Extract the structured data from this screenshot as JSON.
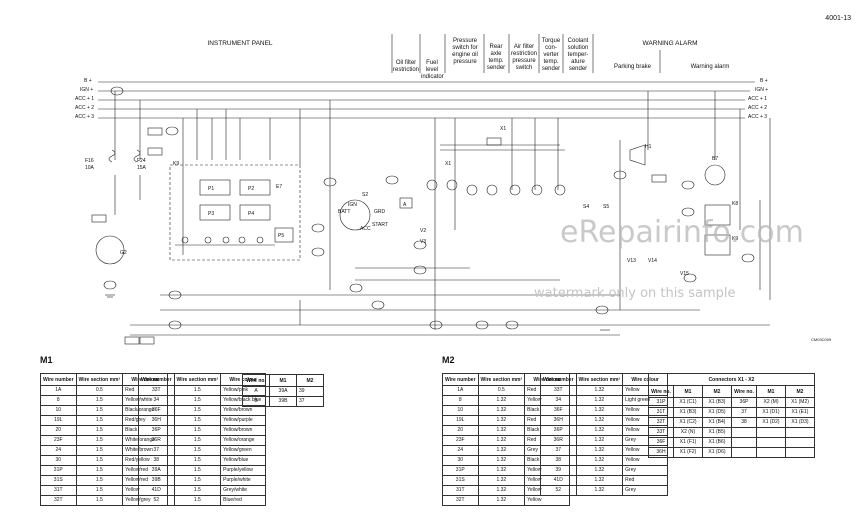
{
  "page_number": "4001-13",
  "code": "CM03C009",
  "headers": {
    "instrument_panel": "INSTRUMENT PANEL",
    "oil_filter": "Oil filter restriction",
    "fuel_level": "Fuel level indicator",
    "pressure_switch": "Pressure switch for engine oil pressure",
    "rear_axle": "Rear axle temp. sender",
    "air_filter": "Air filter restriction pressure switch",
    "torque_conv": "Torque con-verter temp. sender",
    "coolant": "Coolant solution temper-ature sender",
    "warning_alarm": "WARNING ALARM",
    "parking_brake": "Parking brake",
    "warning_alarm_sub": "Warning alarm"
  },
  "buses": [
    "B +",
    "IGN +",
    "ACC + 1",
    "ACC + 2",
    "ACC + 3"
  ],
  "watermark": {
    "main": "eRepairinfo.com",
    "sub": "watermark only on this sample"
  },
  "components": [
    "F16 10A",
    "F24 15A",
    "K9",
    "P1",
    "P2",
    "P3",
    "P4",
    "P5",
    "E7",
    "S2",
    "BATT",
    "IGN",
    "GRD",
    "ACC",
    "START",
    "V2",
    "V3",
    "G2",
    "H1",
    "B7",
    "K8",
    "K9",
    "S4",
    "S5",
    "V13",
    "V14",
    "V15",
    "A"
  ],
  "m1": {
    "title": "M1",
    "columns": [
      "Wire number",
      "Wire section mm²",
      "Wire colour"
    ],
    "left": [
      [
        "1A",
        "0.5",
        "Red"
      ],
      [
        "8",
        "1.5",
        "Yellow/white"
      ],
      [
        "10",
        "1.5",
        "Black/orange"
      ],
      [
        "19L",
        "1.5",
        "Red/grey"
      ],
      [
        "20",
        "1.5",
        "Black"
      ],
      [
        "23F",
        "1.5",
        "White/orange"
      ],
      [
        "24",
        "1.5",
        "White/brown"
      ],
      [
        "30",
        "1.5",
        "Red/yellow"
      ],
      [
        "31P",
        "1.5",
        "Yellow/red"
      ],
      [
        "31S",
        "1.5",
        "Yellow/red"
      ],
      [
        "31T",
        "1.5",
        "Yellow"
      ],
      [
        "32T",
        "1.5",
        "Yellow/grey"
      ]
    ],
    "right": [
      [
        "33T",
        "1.5",
        "Yellow/pink"
      ],
      [
        "34",
        "1.5",
        "Yellow/black blue"
      ],
      [
        "36F",
        "1.5",
        "Yellow/brown"
      ],
      [
        "36H",
        "1.5",
        "Yellow/purple"
      ],
      [
        "36P",
        "1.5",
        "Yellow/brown"
      ],
      [
        "36R",
        "1.5",
        "Yellow/orange"
      ],
      [
        "37",
        "1.5",
        "Yellow/green"
      ],
      [
        "38",
        "1.5",
        "Yellow/blue"
      ],
      [
        "39A",
        "1.5",
        "Purple/yellow"
      ],
      [
        "39B",
        "1.5",
        "Purple/white"
      ],
      [
        "41D",
        "1.5",
        "Grey/white"
      ],
      [
        "52",
        "1.5",
        "Blue/red"
      ]
    ],
    "small_columns": [
      "Wire no.",
      "M1",
      "M2"
    ],
    "small": [
      [
        "A",
        "39A",
        "39"
      ],
      [
        "B",
        "39B",
        "37"
      ]
    ]
  },
  "m2": {
    "title": "M2",
    "columns": [
      "Wire number",
      "Wire section mm²",
      "Wire colour"
    ],
    "left": [
      [
        "1A",
        "0.5",
        "Red"
      ],
      [
        "8",
        "1.32",
        "Yellow"
      ],
      [
        "10",
        "1.32",
        "Black"
      ],
      [
        "19L",
        "1.32",
        "Red"
      ],
      [
        "20",
        "1.32",
        "Black"
      ],
      [
        "23F",
        "1.32",
        "Red"
      ],
      [
        "24",
        "1.32",
        "Grey"
      ],
      [
        "30",
        "1.32",
        "Black"
      ],
      [
        "31P",
        "1.32",
        "Yellow"
      ],
      [
        "31S",
        "1.32",
        "Yellow"
      ],
      [
        "31T",
        "1.32",
        "Yellow"
      ],
      [
        "32T",
        "1.32",
        "Yellow"
      ]
    ],
    "right": [
      [
        "33T",
        "1.32",
        "Yellow"
      ],
      [
        "34",
        "1.32",
        "Light green"
      ],
      [
        "36F",
        "1.32",
        "Yellow"
      ],
      [
        "36H",
        "1.32",
        "Yellow"
      ],
      [
        "36P",
        "1.32",
        "Yellow"
      ],
      [
        "36R",
        "1.32",
        "Grey"
      ],
      [
        "37",
        "1.32",
        "Yellow"
      ],
      [
        "38",
        "1.32",
        "Yellow"
      ],
      [
        "39",
        "1.32",
        "Grey"
      ],
      [
        "41D",
        "1.32",
        "Red"
      ],
      [
        "52",
        "1.32",
        "Grey"
      ]
    ]
  },
  "connectors": {
    "title": "Connectors X1 - X2",
    "columns": [
      "Wire no.",
      "M1",
      "M2"
    ],
    "left": [
      [
        "31P",
        "X1 (C1)",
        "X1 (B3)"
      ],
      [
        "31T",
        "X1 (B3)",
        "X1 (D5)"
      ],
      [
        "32T",
        "X1 (C2)",
        "X1 (B4)"
      ],
      [
        "33T",
        "X2 (N)",
        "X1 (B5)"
      ],
      [
        "36F",
        "X1 (F1)",
        "X1 (B6)"
      ],
      [
        "36H",
        "X1 (F2)",
        "X1 (D6)"
      ]
    ],
    "right": [
      [
        "36P",
        "X2 (M)",
        "X1 (M2)"
      ],
      [
        "37",
        "X1 (D1)",
        "X1 (E1)"
      ],
      [
        "38",
        "X1 (D2)",
        "X1 (D3)"
      ]
    ]
  }
}
